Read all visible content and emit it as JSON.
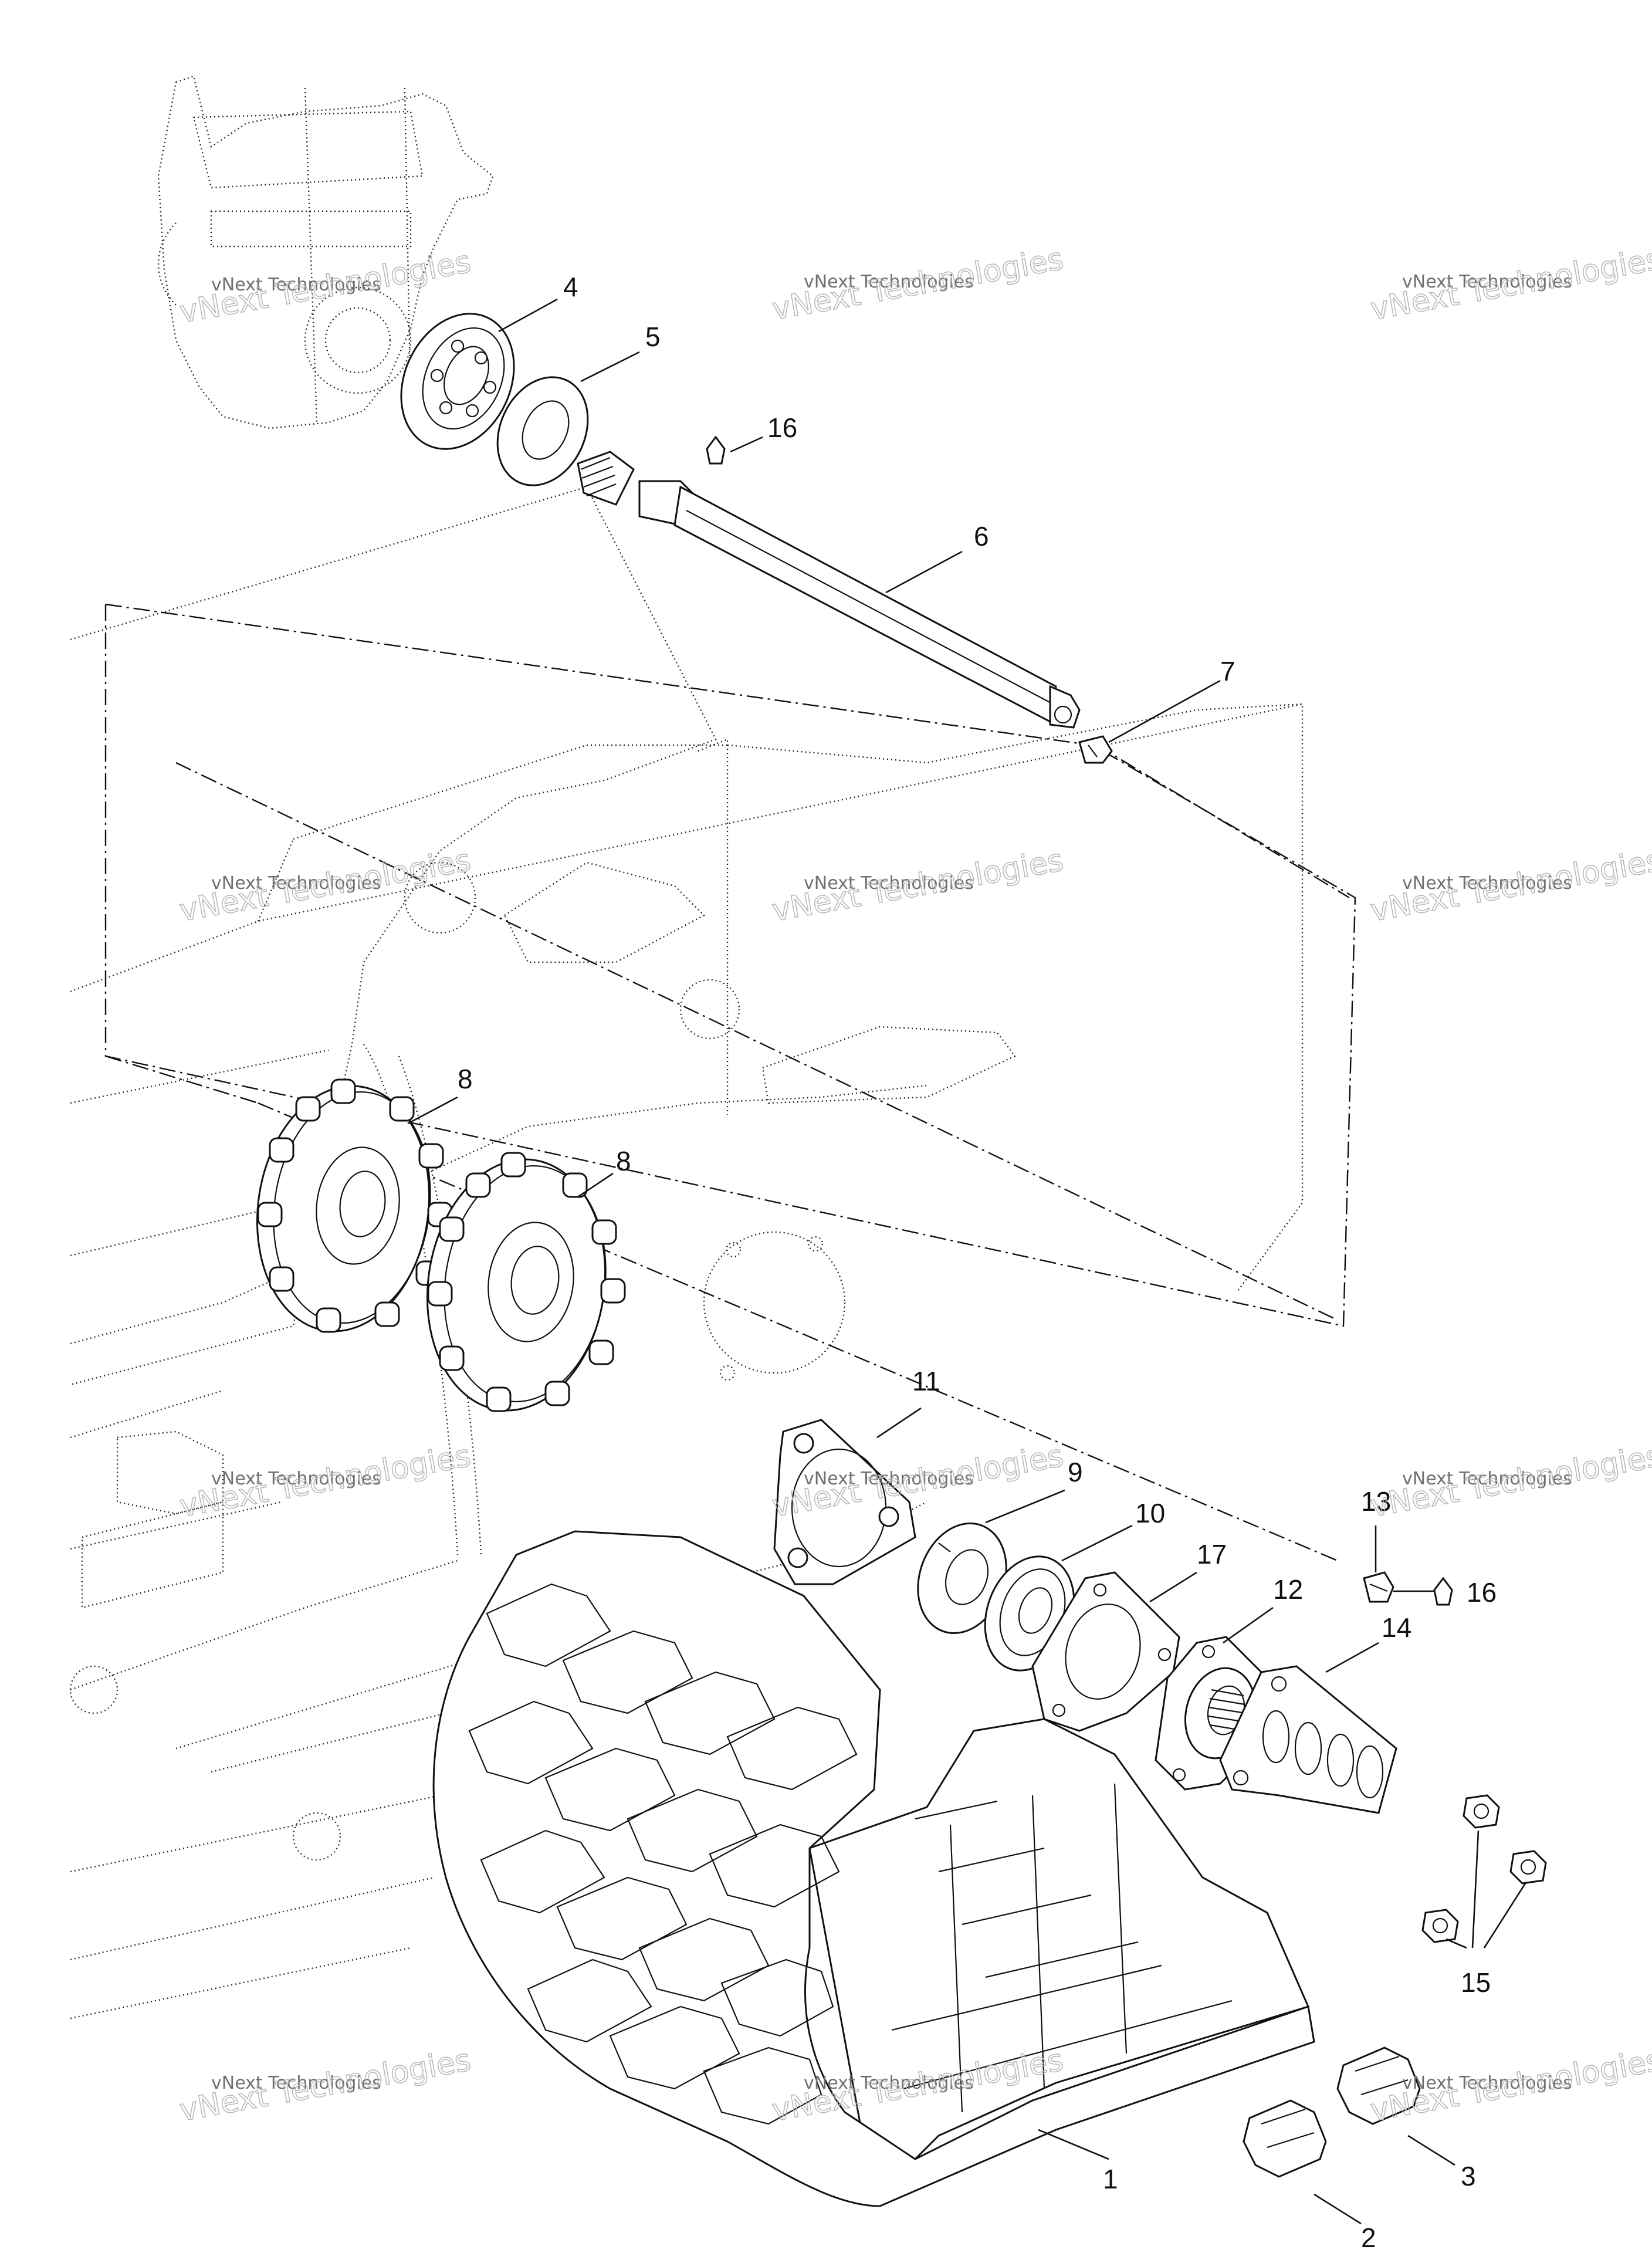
{
  "diagram": {
    "callouts": [
      {
        "id": "1",
        "text": "1"
      },
      {
        "id": "2",
        "text": "2"
      },
      {
        "id": "3",
        "text": "3"
      },
      {
        "id": "4",
        "text": "4"
      },
      {
        "id": "5",
        "text": "5"
      },
      {
        "id": "6",
        "text": "6"
      },
      {
        "id": "7",
        "text": "7"
      },
      {
        "id": "8a",
        "text": "8"
      },
      {
        "id": "8b",
        "text": "8"
      },
      {
        "id": "9",
        "text": "9"
      },
      {
        "id": "10",
        "text": "10"
      },
      {
        "id": "11",
        "text": "11"
      },
      {
        "id": "12",
        "text": "12"
      },
      {
        "id": "13",
        "text": "13"
      },
      {
        "id": "14",
        "text": "14"
      },
      {
        "id": "15",
        "text": "15"
      },
      {
        "id": "16a",
        "text": "16"
      },
      {
        "id": "16b",
        "text": "16"
      },
      {
        "id": "17",
        "text": "17"
      }
    ],
    "watermark": {
      "line1": "vNext Technologies",
      "line2": "vNext Technologies"
    }
  }
}
